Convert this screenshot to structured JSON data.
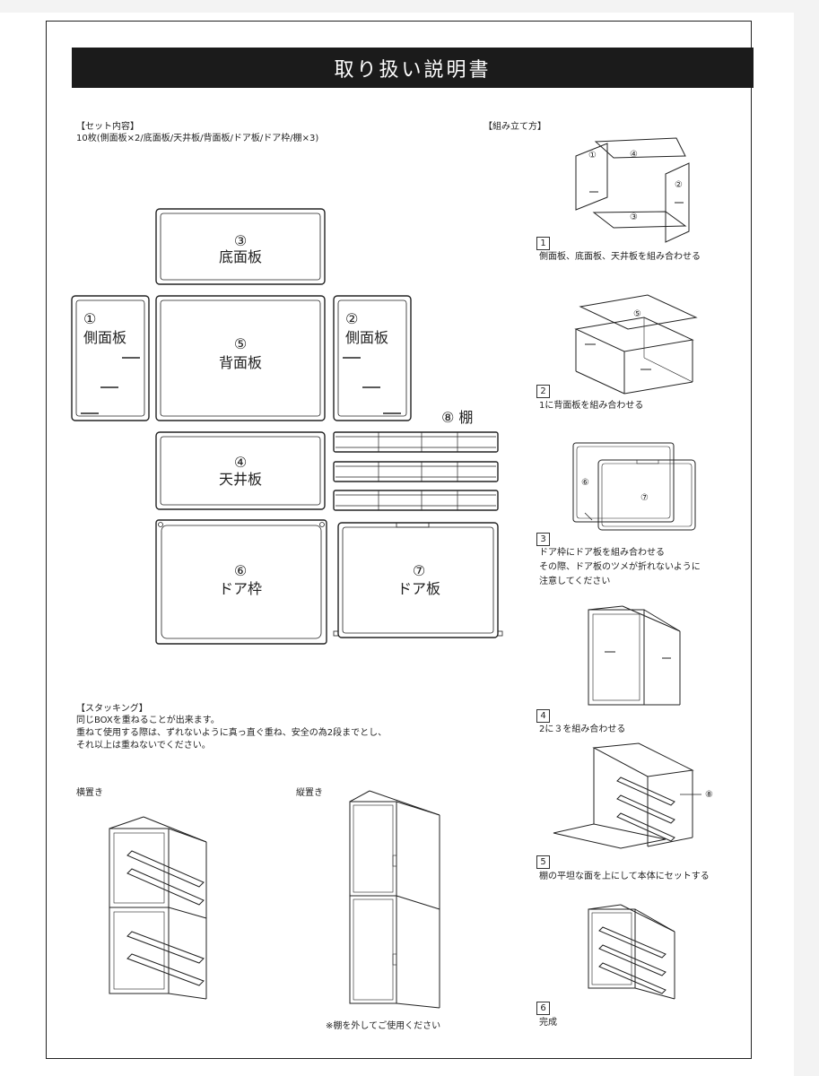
{
  "title": "取り扱い説明書",
  "contents": {
    "heading": "【セット内容】",
    "line": "10枚(側面板×2/底面板/天井板/背面板/ドア板/ドア枠/棚×3)"
  },
  "panels": {
    "p3": {
      "num": "③",
      "name": "底面板"
    },
    "p1": {
      "num": "①",
      "name": "側面板"
    },
    "p5": {
      "num": "⑤",
      "name": "背面板"
    },
    "p2": {
      "num": "②",
      "name": "側面板"
    },
    "p4": {
      "num": "④",
      "name": "天井板"
    },
    "p6": {
      "num": "⑥",
      "name": "ドア枠"
    },
    "p7": {
      "num": "⑦",
      "name": "ドア板"
    },
    "p8": {
      "label": "⑧ 棚"
    }
  },
  "assembly": {
    "heading": "【組み立て方】",
    "steps": [
      {
        "num": "1",
        "text": "側面板、底面板、天井板を組み合わせる"
      },
      {
        "num": "2",
        "text": "1に背面板を組み合わせる"
      },
      {
        "num": "3",
        "text": "ドア枠にドア板を組み合わせる",
        "text2": "その際、ドア板のツメが折れないように",
        "text3": "注意してください"
      },
      {
        "num": "4",
        "text": "2に３を組み合わせる"
      },
      {
        "num": "5",
        "text": "棚の平坦な面を上にして本体にセットする"
      },
      {
        "num": "6",
        "text": "完成"
      }
    ],
    "fig1": {
      "a": "①",
      "b": "④",
      "c": "②",
      "d": "③"
    },
    "fig2": {
      "a": "⑤"
    },
    "fig3": {
      "a": "⑥",
      "b": "⑦"
    },
    "fig5": {
      "a": "⑧"
    }
  },
  "stacking": {
    "heading": "【スタッキング】",
    "line1": "同じBOXを重ねることが出来ます。",
    "line2": "重ねて使用する際は、ずれないように真っ直ぐ重ね、安全の為2段までとし、",
    "line3": "それ以上は重ねないでください。",
    "horizontal": "横置き",
    "vertical": "縦置き",
    "note": "※棚を外してご使用ください"
  }
}
